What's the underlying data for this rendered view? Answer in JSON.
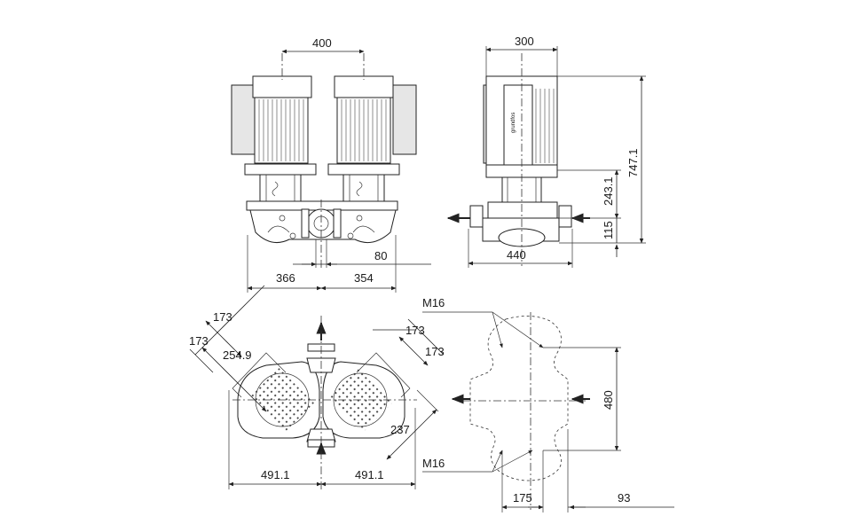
{
  "dims": {
    "top_left_center_distance": "400",
    "top_left_flange_offset": "80",
    "top_left_left": "366",
    "top_left_right": "354",
    "side_width": "300",
    "side_total_height": "747.1",
    "side_motor_height": "243.1",
    "side_base_height": "115",
    "side_base_width": "440",
    "bottom_left_173_a": "173",
    "bottom_left_173_b": "173",
    "bottom_left_254": "254.9",
    "bottom_right_173_a": "173",
    "bottom_right_173_b": "173",
    "bottom_237": "237",
    "bottom_491_left": "491.1",
    "bottom_491_right": "491.1",
    "bolt_top": "M16",
    "bolt_bottom": "M16",
    "base_480": "480",
    "base_175": "175",
    "base_93": "93"
  }
}
